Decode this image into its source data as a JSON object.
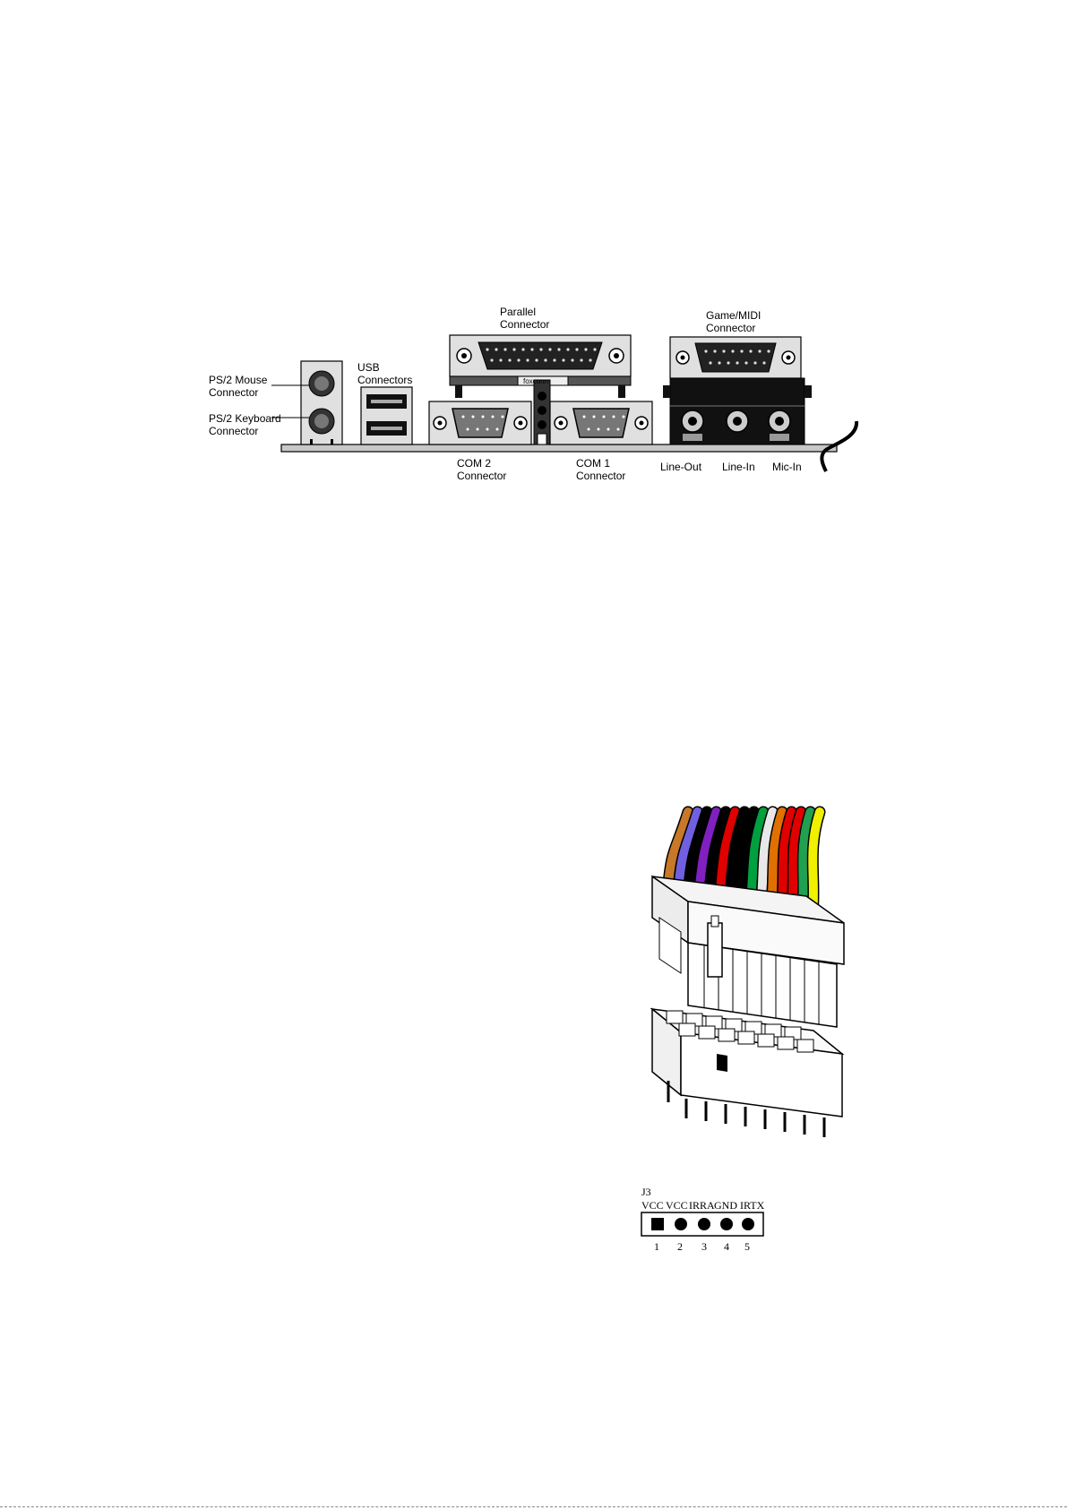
{
  "io_panel": {
    "parallel_label": [
      "Parallel",
      "Connector"
    ],
    "game_label": [
      "Game/MIDI",
      "Connector"
    ],
    "usb_label": [
      "USB",
      "Connectors"
    ],
    "ps2_mouse_label": [
      "PS/2 Mouse",
      "Connector"
    ],
    "ps2_keyboard_label": [
      "PS/2 Keyboard",
      "Connector"
    ],
    "com2_label": [
      "COM 2",
      "Connector"
    ],
    "com1_label": [
      "COM 1",
      "Connector"
    ],
    "line_out_label": "Line-Out",
    "line_in_label": "Line-In",
    "mic_in_label": "Mic-In",
    "brand_mark": "foxconn"
  },
  "power_connector": {
    "wire_colors": [
      "#c87828",
      "#7060e0",
      "#000000",
      "#8020c0",
      "#000000",
      "#e00000",
      "#000000",
      "#000000",
      "#00a040",
      "#e8e8e8",
      "#e07000",
      "#e00000",
      "#e00000",
      "#20a050",
      "#f0f000"
    ]
  },
  "j3_header": {
    "title": "J3",
    "pin_labels": [
      "VCC",
      "VCC",
      "IRRA",
      "GND",
      "IRTX"
    ],
    "pin_numbers": [
      "1",
      "2",
      "3",
      "4",
      "5"
    ]
  }
}
